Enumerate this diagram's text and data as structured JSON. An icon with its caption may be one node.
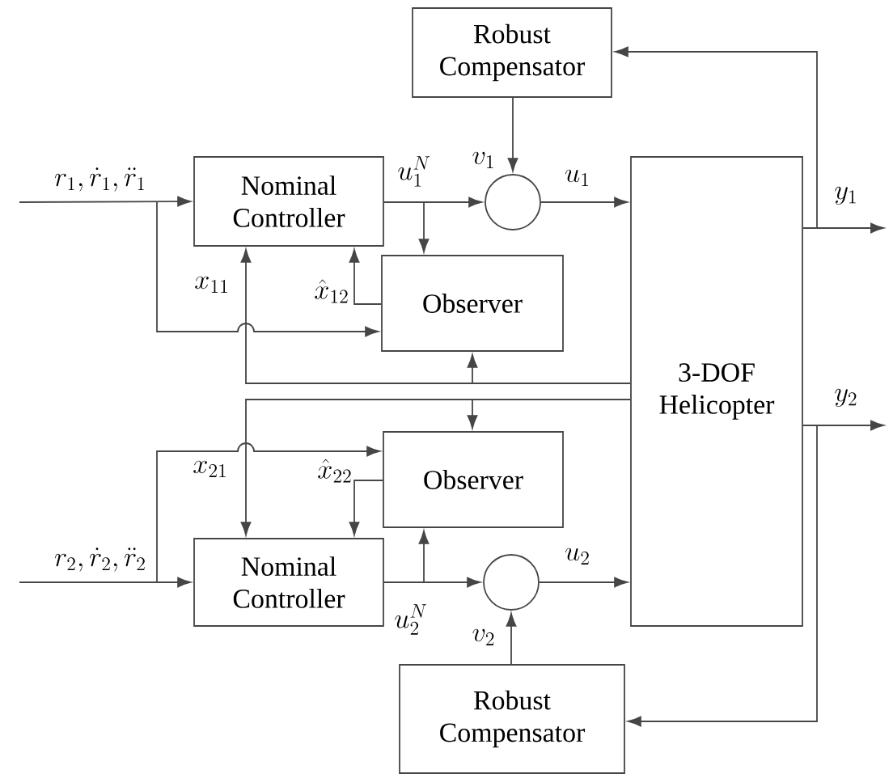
{
  "diagram": {
    "nodes": [
      {
        "text": [
          "Robust Compensator"
        ]
      },
      {
        "text": [
          "Nominal Controller"
        ]
      },
      {
        "text": [],
        "shape": "circle"
      },
      {
        "text": [
          "Observer"
        ]
      },
      {
        "text": [
          "3-DOF Helicopter"
        ]
      },
      {
        "text": [
          "Observer"
        ]
      },
      {
        "text": [
          "Nominal Controller"
        ]
      },
      {
        "text": [],
        "shape": "circle"
      },
      {
        "text": [
          "Robust Compensator"
        ]
      }
    ],
    "edges": [
      {
        "from": null,
        "to": 1,
        "arrow": "to",
        "label": "r_1,\\dot{r}_1,\\ddot{r}_1"
      },
      {
        "from": null,
        "to": 3,
        "arrow": "to"
      },
      {
        "from": 1,
        "to": 2,
        "arrow": "to",
        "label": "u_1^N"
      },
      {
        "from": 1,
        "to": 3,
        "arrow": "to"
      },
      {
        "from": 0,
        "to": 2,
        "arrow": "to",
        "label": "v_1"
      },
      {
        "from": 2,
        "to": 4,
        "arrow": "to",
        "label": "u_1"
      },
      {
        "from": 4,
        "to": null,
        "arrow": "to",
        "label": "y_1"
      },
      {
        "from": 4,
        "to": 0,
        "arrow": "to"
      },
      {
        "from": 3,
        "to": 1,
        "arrow": "to",
        "label": "\\hat{x}_{12}"
      },
      {
        "from": 4,
        "to": 1,
        "arrow": "to",
        "label": "x_{11}"
      },
      {
        "from": 4,
        "to": 3,
        "arrow": "to"
      },
      {
        "from": 4,
        "to": 6,
        "arrow": "to",
        "label": "x_{21}"
      },
      {
        "from": 4,
        "to": 5,
        "arrow": "to"
      },
      {
        "from": null,
        "to": 6,
        "arrow": "to",
        "label": "r_2,\\dot{r}_2,\\ddot{r}_2"
      },
      {
        "from": null,
        "to": 5,
        "arrow": "to"
      },
      {
        "from": 5,
        "to": 6,
        "arrow": "to",
        "label": "\\hat{x}_{22}"
      },
      {
        "from": 6,
        "to": 7,
        "arrow": "to",
        "label": "u_2^N"
      },
      {
        "from": 6,
        "to": 5,
        "arrow": "to"
      },
      {
        "from": 8,
        "to": 7,
        "arrow": "to",
        "label": "v_2"
      },
      {
        "from": 7,
        "to": 4,
        "arrow": "to",
        "label": "u_2"
      },
      {
        "from": 4,
        "to": null,
        "arrow": "to",
        "label": "y_2"
      },
      {
        "from": 4,
        "to": 8,
        "arrow": "to"
      }
    ]
  }
}
